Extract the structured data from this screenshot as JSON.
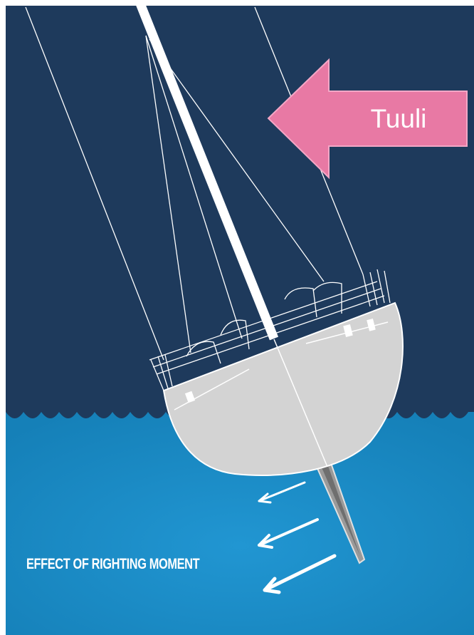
{
  "wind": {
    "label": "Tuuli",
    "arrow_color": "#e879a4"
  },
  "caption": "EFFECT OF RIGHTING MOMENT",
  "colors": {
    "sky": "#1e3a5c",
    "water": "#1a8cc4",
    "hull": "#d3d3d3",
    "keel": "#9a9a9a",
    "rigging": "#ffffff"
  },
  "icons": [
    "wind-arrow",
    "sailboat-heeling",
    "righting-force-arrows"
  ]
}
